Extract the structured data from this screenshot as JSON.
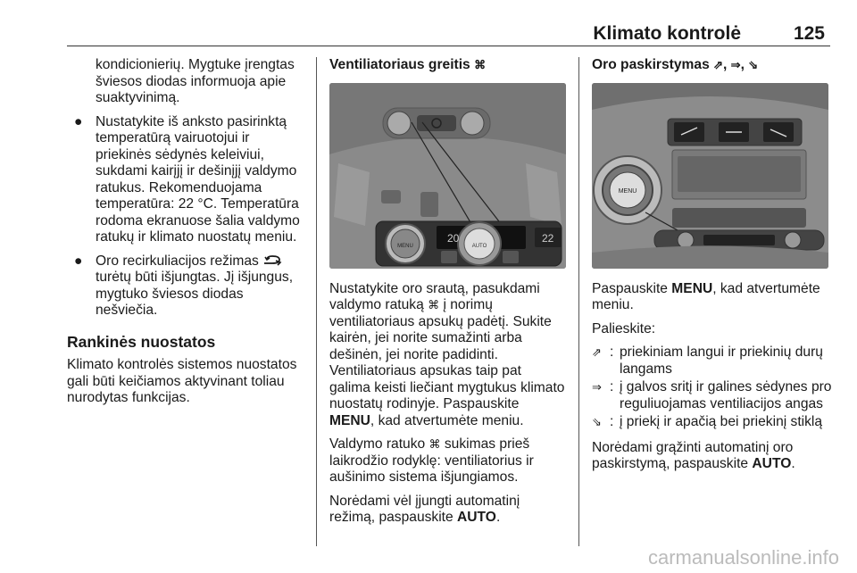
{
  "header": {
    "title": "Klimato kontrolė",
    "page_number": "125"
  },
  "col1": {
    "cont_text": "kondicionierių. Mygtuke įrengtas šviesos diodas informuoja apie suaktyvinimą.",
    "bullet1": "Nustatykite iš anksto pasirinktą temperatūrą vairuotojui ir priekinės sėdynės keleiviui, sukdami kairįjį ir dešinįjį valdymo ratukus. Rekomenduojama temperatūra: 22 °C. Temperatūra rodoma ekranuose šalia valdymo ratukų ir klimato nuostatų meniu.",
    "bullet2_pre": "Oro recirkuliacijos režimas",
    "bullet2_post": "turėtų būti išjungtas. Jį išjungus, mygtuko šviesos diodas nešviečia.",
    "heading": "Rankinės nuostatos",
    "para": "Klimato kontrolės sistemos nuostatos gali būti keičiamos aktyvinant toliau nurodytas funkcijas."
  },
  "col2": {
    "subhead": "Ventiliatoriaus greitis",
    "figure": {
      "menu_label": "MENU",
      "auto_label": "AUTO",
      "temp_left": "20",
      "temp_right": "22"
    },
    "p1_a": "Nustatykite oro srautą, pasukdami valdymo ratuką",
    "p1_b": "į norimų ventiliatoriaus apsukų padėtį. Sukite kairėn, jei norite sumažinti arba dešinėn, jei norite padidinti. Ventiliatoriaus apsukas taip pat galima keisti liečiant mygtukus klimato nuostatų rodinyje. Paspauskite",
    "p1_bold": "MENU",
    "p1_c": ", kad atvertumėte meniu.",
    "p2_a": "Valdymo ratuko",
    "p2_b": "sukimas prieš laikrodžio rodyklę: ventiliatorius ir aušinimo sistema išjungiamos.",
    "p3_a": "Norėdami vėl įjungti automatinį režimą, paspauskite",
    "p3_bold": "AUTO",
    "p3_c": "."
  },
  "col3": {
    "subhead": "Oro paskirstymas",
    "figure": {
      "menu_label": "MENU"
    },
    "p1_a": "Paspauskite",
    "p1_bold": "MENU",
    "p1_c": ", kad atvertumėte meniu.",
    "p2": "Palieskite:",
    "defs": [
      {
        "text": "priekiniam langui ir priekinių durų langams"
      },
      {
        "text": "į galvos sritį ir galines sėdynes pro reguliuojamas ventiliacijos angas"
      },
      {
        "text": "į priekį ir apačią bei priekinį stiklą"
      }
    ],
    "colon": ":",
    "p3_a": "Norėdami grąžinti automatinį oro paskirstymą, paspauskite",
    "p3_bold": "AUTO",
    "p3_c": "."
  },
  "watermark": "carmanualsonline.info"
}
